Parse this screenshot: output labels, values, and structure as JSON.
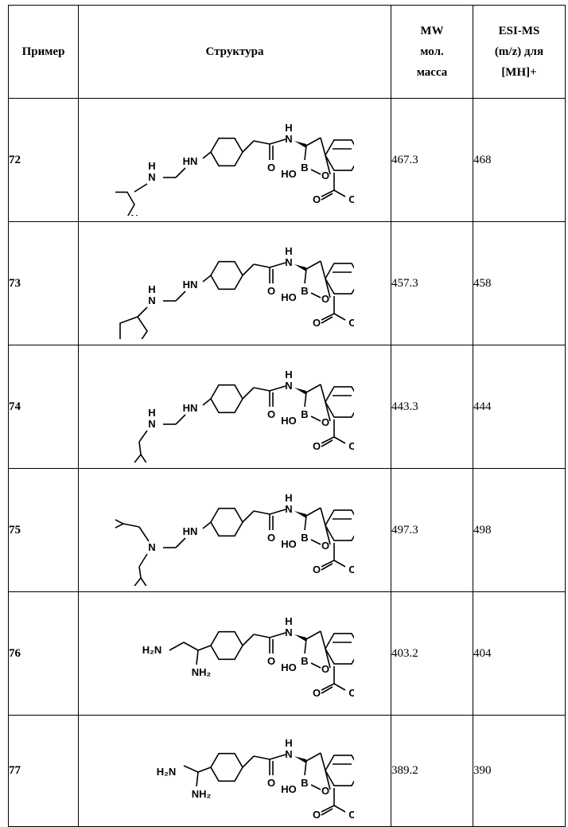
{
  "table": {
    "headers": {
      "example": "Пример",
      "structure": "Структура",
      "mw": [
        "MW",
        "мол.",
        "масса"
      ],
      "esims": [
        "ESI-MS",
        "(m/z) для",
        "[MH]+"
      ]
    },
    "rows": [
      {
        "id": "72",
        "mw": "467.3",
        "mz": "468",
        "amine": "pyrimidinylaminoethyl"
      },
      {
        "id": "73",
        "mw": "457.3",
        "mz": "458",
        "amine": "cyclopentylaminoethyl"
      },
      {
        "id": "74",
        "mw": "443.3",
        "mz": "444",
        "amine": "cyclopropylmethylaminoethyl"
      },
      {
        "id": "75",
        "mw": "497.3",
        "mz": "498",
        "amine": "bis-cyclopropylmethylaminoethyl"
      },
      {
        "id": "76",
        "mw": "403.2",
        "mz": "404",
        "amine": "diaminopropyl"
      },
      {
        "id": "77",
        "mw": "389.2",
        "mz": "390",
        "amine": "diaminoethyl"
      }
    ]
  },
  "labels": {
    "N": "N",
    "H": "H",
    "HN": "HN",
    "B": "B",
    "O": "O",
    "HO": "HO",
    "OH": "OH",
    "H2N": "H₂N",
    "NH2": "NH₂"
  }
}
